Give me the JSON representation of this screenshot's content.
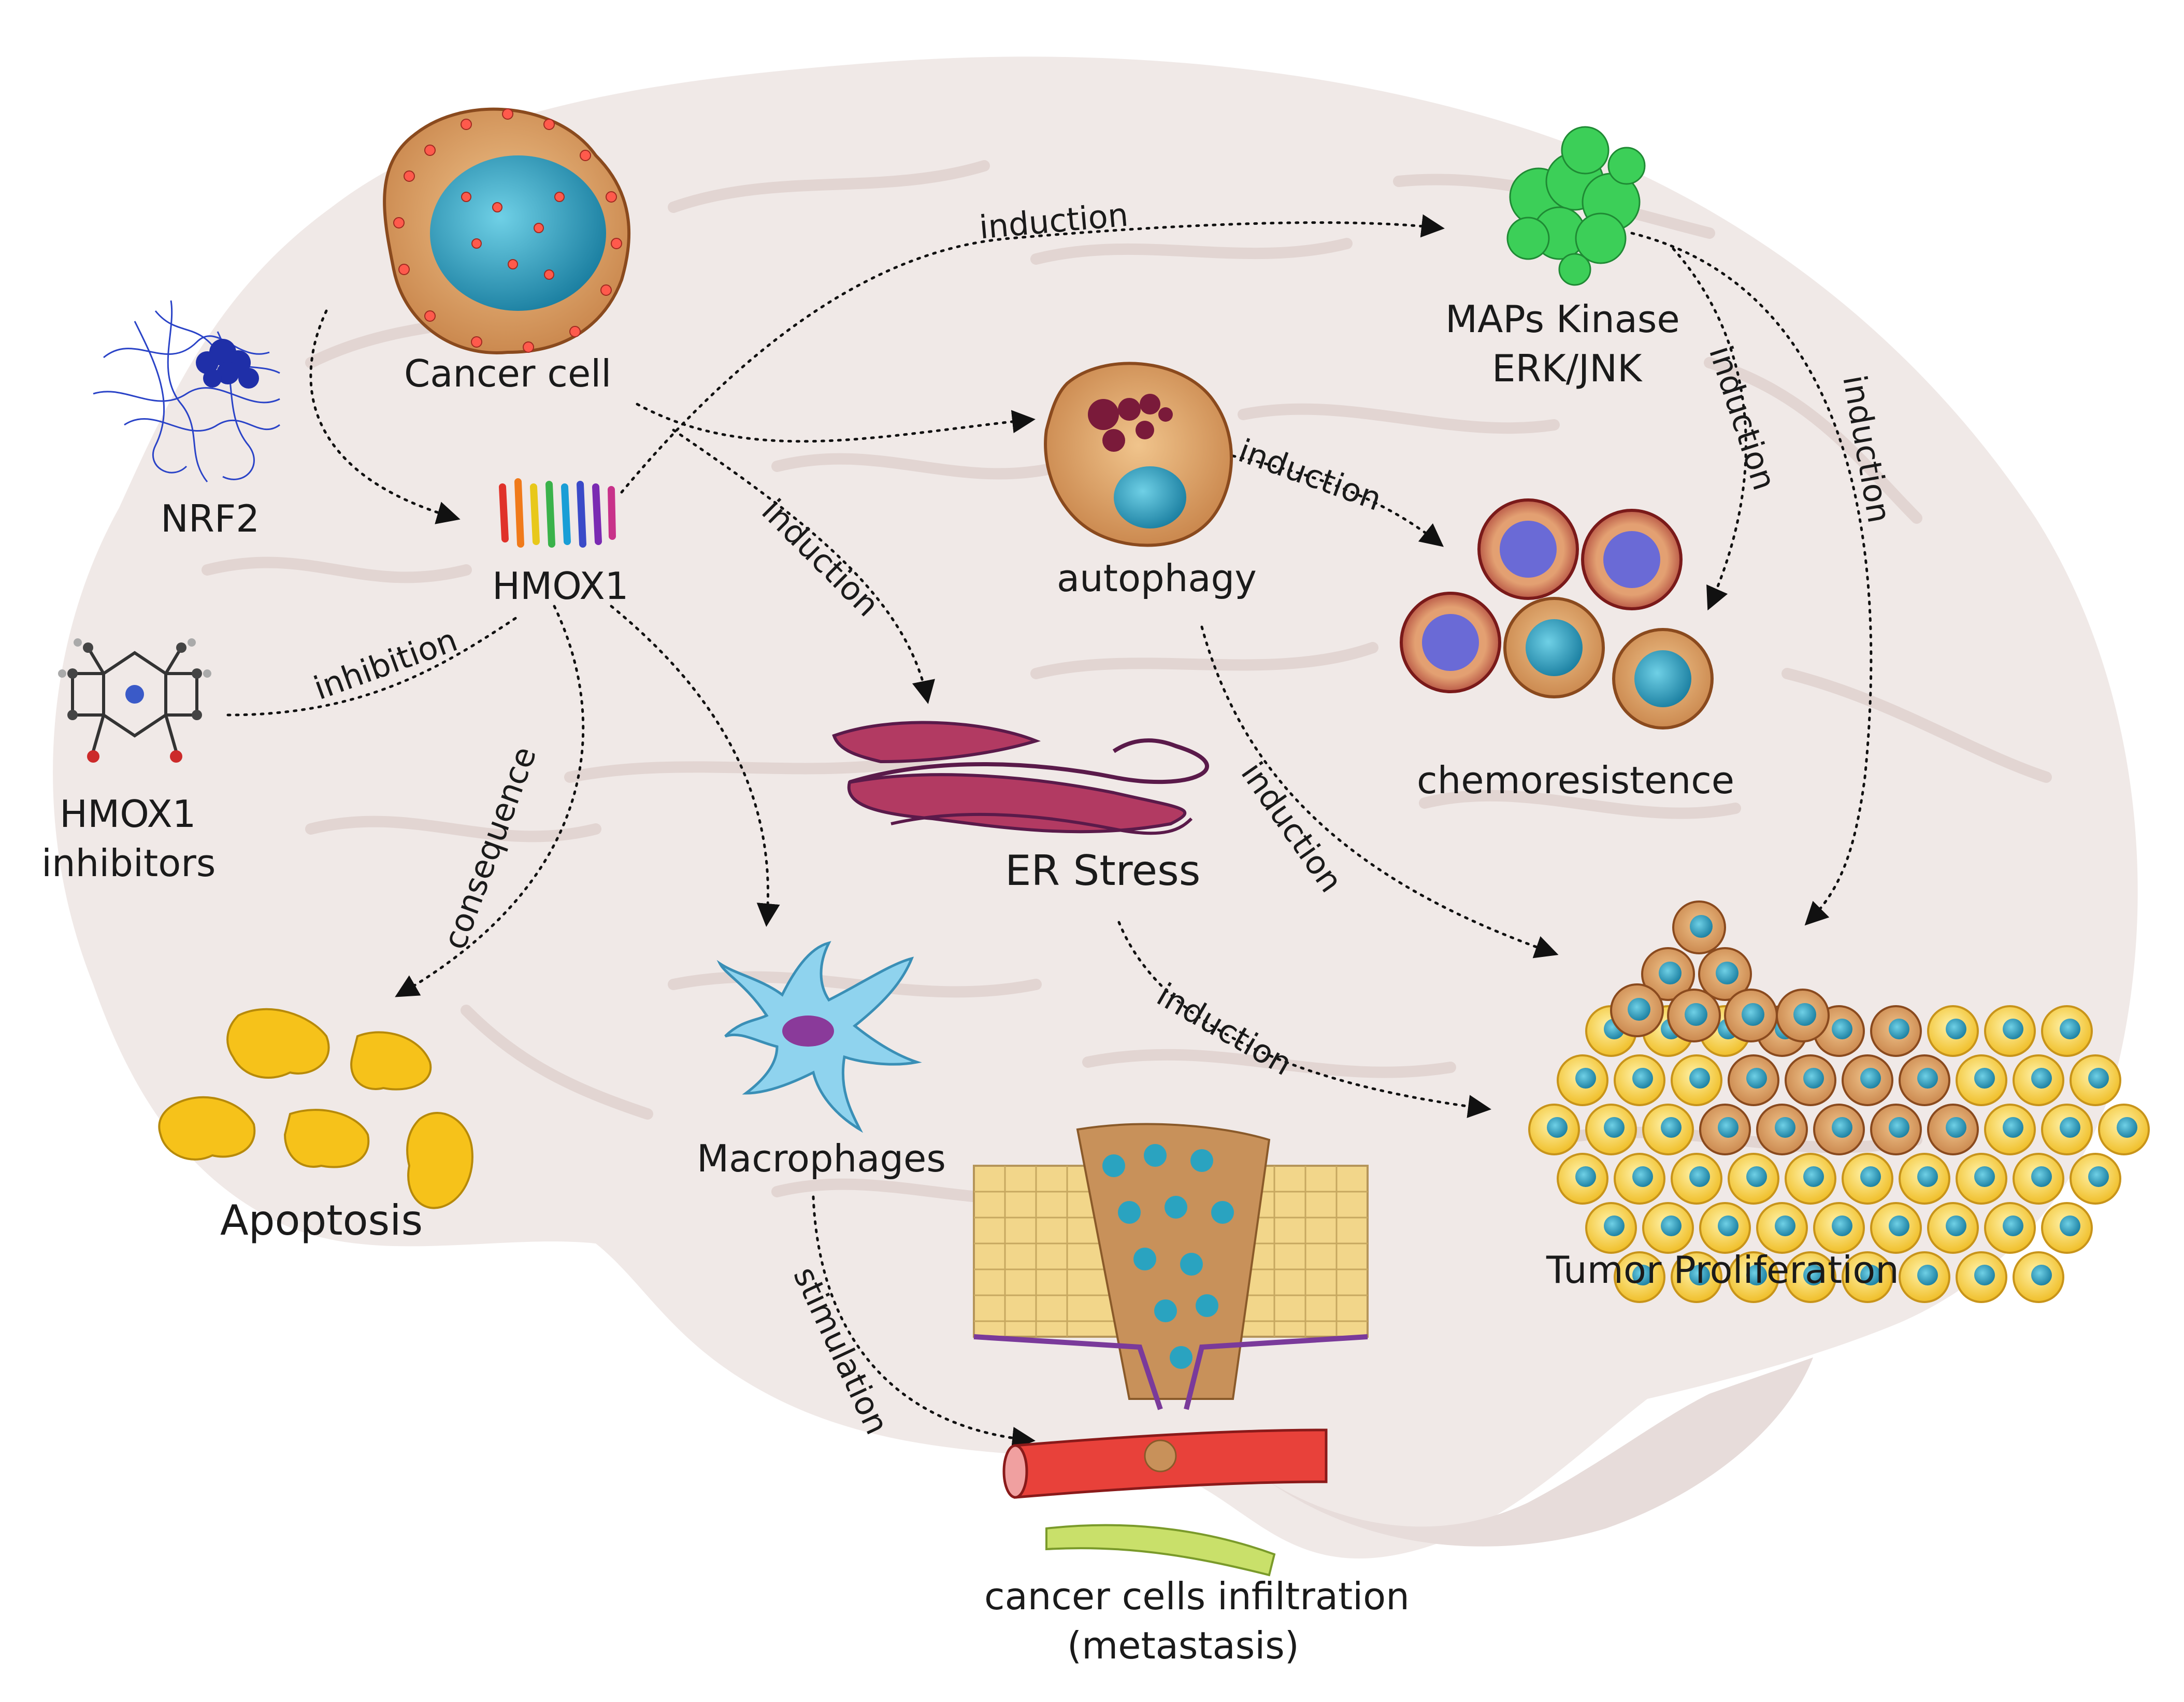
{
  "labels": {
    "cancer_cell": "Cancer cell",
    "nrf2": "NRF2",
    "hmox1": "HMOX1",
    "hmox1_inhibitors_line1": "HMOX1",
    "hmox1_inhibitors_line2": "inhibitors",
    "apoptosis": "Apoptosis",
    "macrophages": "Macrophages",
    "autophagy": "autophagy",
    "er_stress": "ER Stress",
    "maps_kinase_line1": "MAPs Kinase",
    "maps_kinase_line2": "ERK/JNK",
    "chemoresistence": "chemoresistence",
    "tumor_proliferation": "Tumor Proliferation",
    "metastasis_line1": "cancer cells infiltration",
    "metastasis_line2": "(metastasis)"
  },
  "arrows": {
    "induction_top": "induction",
    "induction_er": "induction",
    "inhibition": "inhibition",
    "consequence": "consequence",
    "induction_autophagy_chemo": "induction",
    "induction_maps_chemo": "induction",
    "induction_maps_tumor": "induction",
    "induction_autophagy_tumor": "induction",
    "induction_er_tumor": "induction",
    "stimulation": "stimulation"
  },
  "colors": {
    "brain": "#f0e9e7",
    "brain_fold": "#e2d5d2",
    "cell_body": "#e0a067",
    "nucleus": "#2aa3c0",
    "er": "#b23a62",
    "apoptosis": "#f6c21a",
    "protein_green": "#3ccf58",
    "nrf2_blue": "#2a43c7",
    "macrophage": "#8fd3ee"
  }
}
